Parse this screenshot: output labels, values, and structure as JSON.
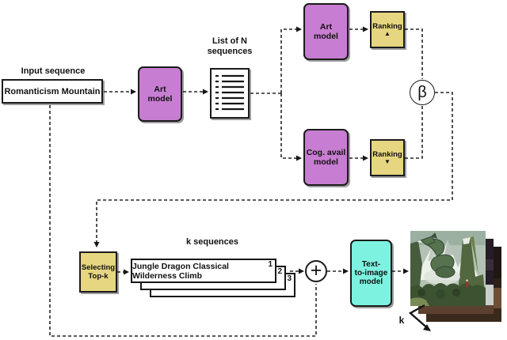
{
  "diagram": {
    "input": {
      "label": "Input sequence",
      "value": "Romanticism Mountain"
    },
    "art_model_stage1": {
      "label": "Art\nmodel"
    },
    "list_icon_label": "List of N\nsequences",
    "art_model_top": {
      "label": "Art\nmodel"
    },
    "ranking_top": {
      "label": "Ranking",
      "arrow": "▲"
    },
    "cog_avail_model": {
      "label": "Cog. avail\nmodel"
    },
    "ranking_bottom": {
      "label": "Ranking",
      "arrow": "▼"
    },
    "beta_symbol": "β",
    "aggregator_plus": "+",
    "selecting_topk": {
      "label": "Selecting\nTop-k"
    },
    "k_sequences_label": "k sequences",
    "sequence_stack": {
      "text": "Jungle Dragon Classical Wilderness Climb",
      "numbers": [
        "1",
        "2",
        "3"
      ]
    },
    "text_to_image": {
      "label": "Text-\nto-image\nmodel"
    },
    "k_annotation": "k",
    "colors": {
      "model_purple": "#c77dd1",
      "ranking_yellow": "#e6d581",
      "t2i_cyan": "#7df2e0",
      "line": "#262626"
    }
  }
}
